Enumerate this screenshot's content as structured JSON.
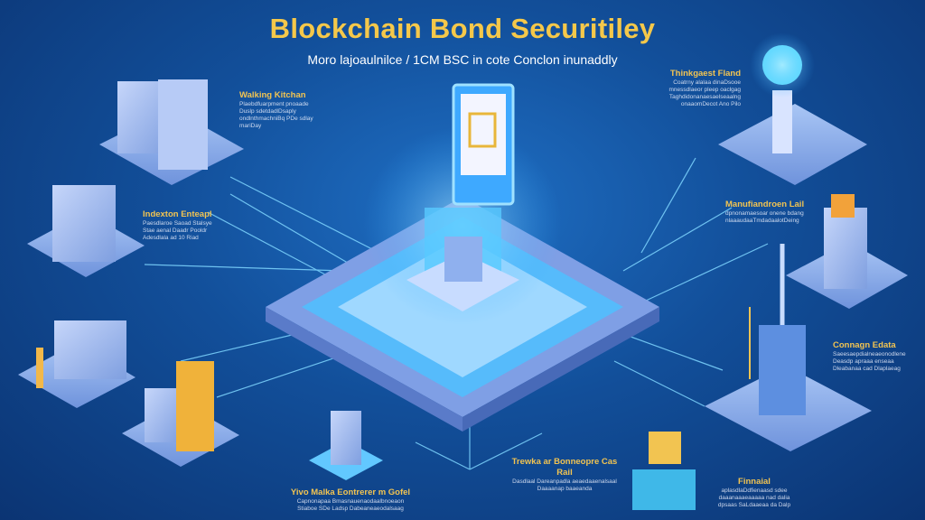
{
  "header": {
    "title": "Blockchain Bond Securitiley",
    "subtitle": "Moro lajoaulnilce / 1CM BSC in cote Conclon inunaddly"
  },
  "labels": [
    {
      "heading": "Walking Kitchan",
      "body": [
        "Plaebdfuarpment pnoaade",
        "Duslp sdetdadlDsaply",
        "ondlnthmachniBq PDe sdlay",
        "mariDay"
      ]
    },
    {
      "heading": "Indexton Enteapl",
      "body": [
        "Paesdlaroe Saoad Stalsye",
        "Stae aenal Daadr Pooldr",
        "Adesdlala ad 10 Riad"
      ]
    },
    {
      "heading": "Thinkgaest Fland",
      "body": [
        "Coatrny alalaa dinaDsooe",
        "mnessdlaeor pleep oaclgag",
        "Taghdidonanaesaelseaalng",
        "onaaomDecot Ano Pilo"
      ]
    },
    {
      "heading": "Manufiandroen Lail",
      "body": [
        "dpnonamaesoar onene bdang",
        "nlaaaudaaTmdadaalotDeing"
      ]
    },
    {
      "heading": "Connagn Edata",
      "body": [
        "Saeesaepdialneaeonodlene",
        "Deasdp apraaa enseaa",
        "Dleabanaa cad Dlaplaeag"
      ]
    },
    {
      "heading": "Yivo Malka Eontrerer m Gofel",
      "body": [
        "Capnonapaa Bmasnauenaodaalbnoeaon",
        "Stiaboe SDe Ladsp Dabeaneaeodalsaag"
      ]
    },
    {
      "heading": "Trewka ar Bonneopre Cas Rail",
      "body": [
        "Dasdlaal Dareanpadla aeaedaaenalsaal",
        "Daaaanap baaeanda"
      ]
    },
    {
      "heading": "Finnaial",
      "body": [
        "aplasdlaDdfienaasd sdee",
        "daaanaaaeaaaaa nad dalia",
        "dpsaas SaLdaaeaa da Dalp"
      ]
    }
  ],
  "colors": {
    "accent": "#f2c451",
    "glow": "#5fd4ff",
    "background": "#124f9a"
  }
}
